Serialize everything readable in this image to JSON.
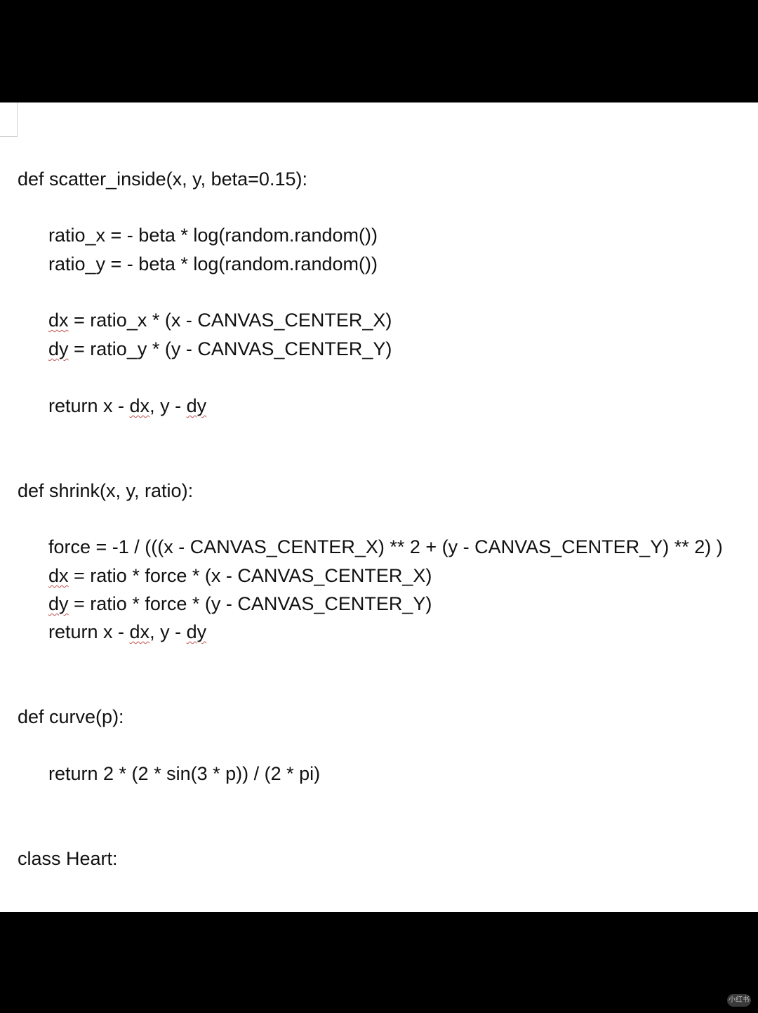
{
  "document": {
    "lines": [
      {
        "id": "l1",
        "segments": [
          "def scatter_inside(x, y, beta=0.15):"
        ]
      },
      {
        "id": "l2",
        "segments": [
          "ratio_x = - beta * log(random.random())"
        ]
      },
      {
        "id": "l3",
        "segments": [
          "ratio_y = - beta * log(random.random())"
        ]
      },
      {
        "id": "l4",
        "segments": [
          "dx",
          " = ratio_x * (x - CANVAS_CENTER_X)"
        ]
      },
      {
        "id": "l5",
        "segments": [
          "dy",
          " = ratio_y * (y - CANVAS_CENTER_Y)"
        ]
      },
      {
        "id": "l6",
        "segments": [
          "return x - ",
          "dx",
          ", y - ",
          "dy"
        ]
      },
      {
        "id": "l7",
        "segments": [
          "def shrink(x, y, ratio):"
        ]
      },
      {
        "id": "l8",
        "segments": [
          "force = -1 / (((x - CANVAS_CENTER_X) ** 2 + (y - CANVAS_CENTER_Y) ** 2) )"
        ]
      },
      {
        "id": "l9",
        "segments": [
          "dx",
          " = ratio * force * (x - CANVAS_CENTER_X)"
        ]
      },
      {
        "id": "l10",
        "segments": [
          "dy",
          " = ratio * force * (y - CANVAS_CENTER_Y)"
        ]
      },
      {
        "id": "l11",
        "segments": [
          "return x - ",
          "dx",
          ", y - ",
          "dy"
        ]
      },
      {
        "id": "l12",
        "segments": [
          "def curve(p):"
        ]
      },
      {
        "id": "l13",
        "segments": [
          "return 2 * (2 * sin(3 * p)) / (2 * pi)"
        ]
      },
      {
        "id": "l14",
        "segments": [
          "class Heart:"
        ]
      }
    ]
  },
  "watermark": {
    "text": "小红书"
  }
}
